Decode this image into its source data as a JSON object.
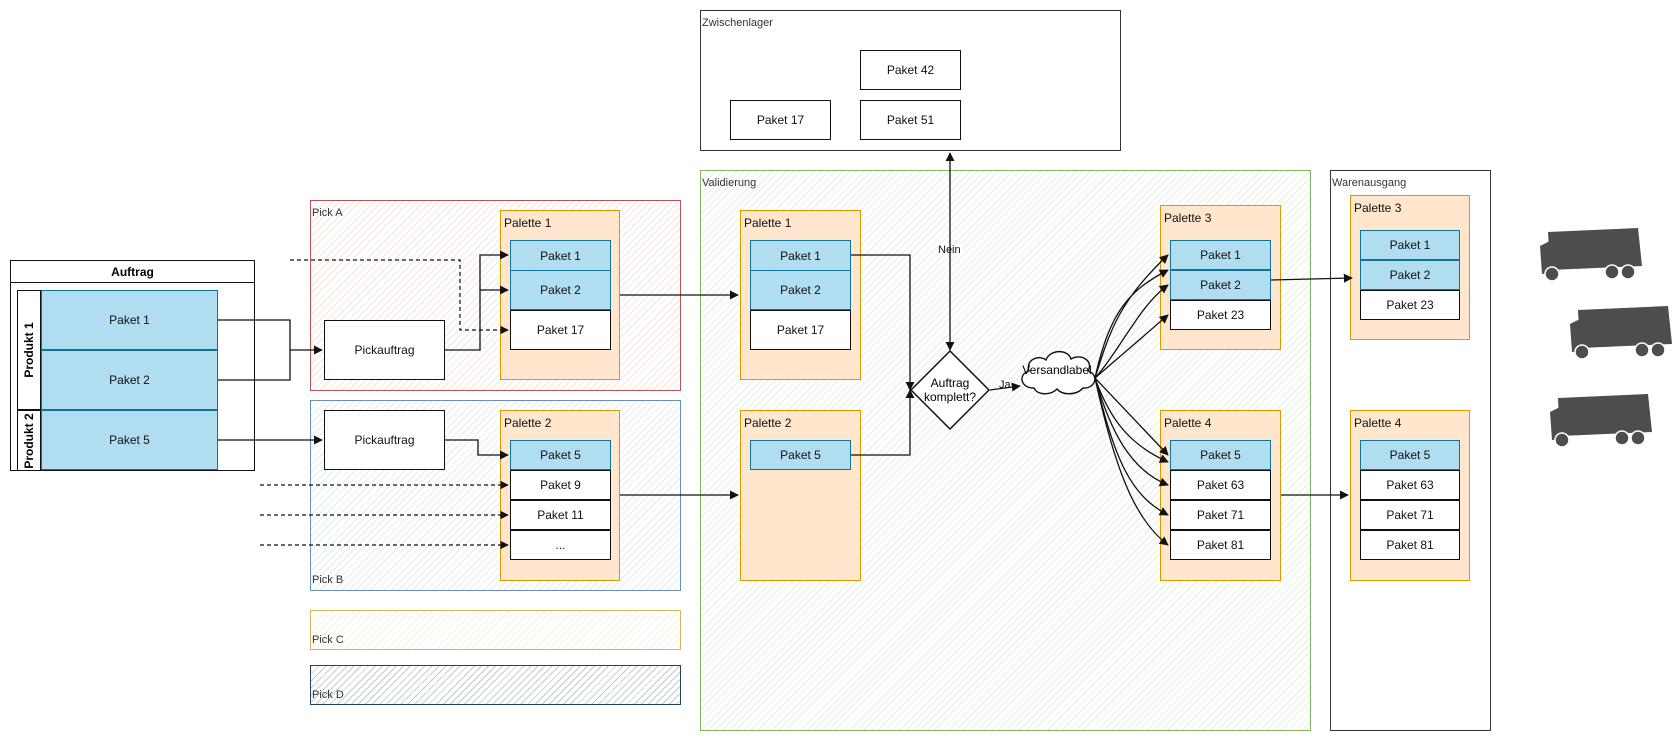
{
  "zones": {
    "zwischenlager": "Zwischenlager",
    "validierung": "Validierung",
    "warenausgang": "Warenausgang",
    "pick_a": "Pick A",
    "pick_b": "Pick B",
    "pick_c": "Pick C",
    "pick_d": "Pick D"
  },
  "auftrag": {
    "title": "Auftrag",
    "produkt_1": "Produkt 1",
    "produkt_2": "Produkt 2",
    "pakete": [
      "Paket 1",
      "Paket 2",
      "Paket 5"
    ]
  },
  "pickauftrag_label": "Pickauftrag",
  "pick_a": {
    "palette_label": "Palette 1",
    "pakete": [
      "Paket 1",
      "Paket 2",
      "Paket 17"
    ]
  },
  "pick_b": {
    "palette_label": "Palette 2",
    "pakete": [
      "Paket 5",
      "Paket 9",
      "Paket 11",
      "..."
    ]
  },
  "zwischenlager": {
    "pakete": [
      "Paket 42",
      "Paket 17",
      "Paket 51"
    ]
  },
  "validierung": {
    "palette_1_label": "Palette 1",
    "palette_1_pakete": [
      "Paket 1",
      "Paket 2",
      "Paket 17"
    ],
    "palette_2_label": "Palette 2",
    "palette_2_pakete": [
      "Paket 5"
    ],
    "decision": "Auftrag komplett?",
    "edge_nein": "Nein",
    "edge_ja": "Ja",
    "cloud": "Versandlabel",
    "palette_3_label": "Palette 3",
    "palette_3_pakete": [
      "Paket 1",
      "Paket 2",
      "Paket 23"
    ],
    "palette_4_label": "Palette 4",
    "palette_4_pakete": [
      "Paket 5",
      "Paket 63",
      "Paket 71",
      "Paket 81"
    ]
  },
  "warenausgang": {
    "palette_3_label": "Palette 3",
    "palette_3_pakete": [
      "Paket 1",
      "Paket 2",
      "Paket 23"
    ],
    "palette_4_label": "Palette 4",
    "palette_4_pakete": [
      "Paket 5",
      "Paket 63",
      "Paket 71",
      "Paket 81"
    ]
  },
  "icons": [
    "truck-icon"
  ],
  "colors": {
    "package_blue": "#b1ddf0",
    "package_blue_border": "#10739e",
    "pallet_fill": "#ffe6cc",
    "pallet_border": "#d79b00",
    "pick_a": "#b85450",
    "pick_b": "#6c8ebf",
    "pick_c": "#d6b656",
    "pick_d": "#23445d",
    "validierung": "#82b366",
    "truck": "#4d4d4d"
  }
}
